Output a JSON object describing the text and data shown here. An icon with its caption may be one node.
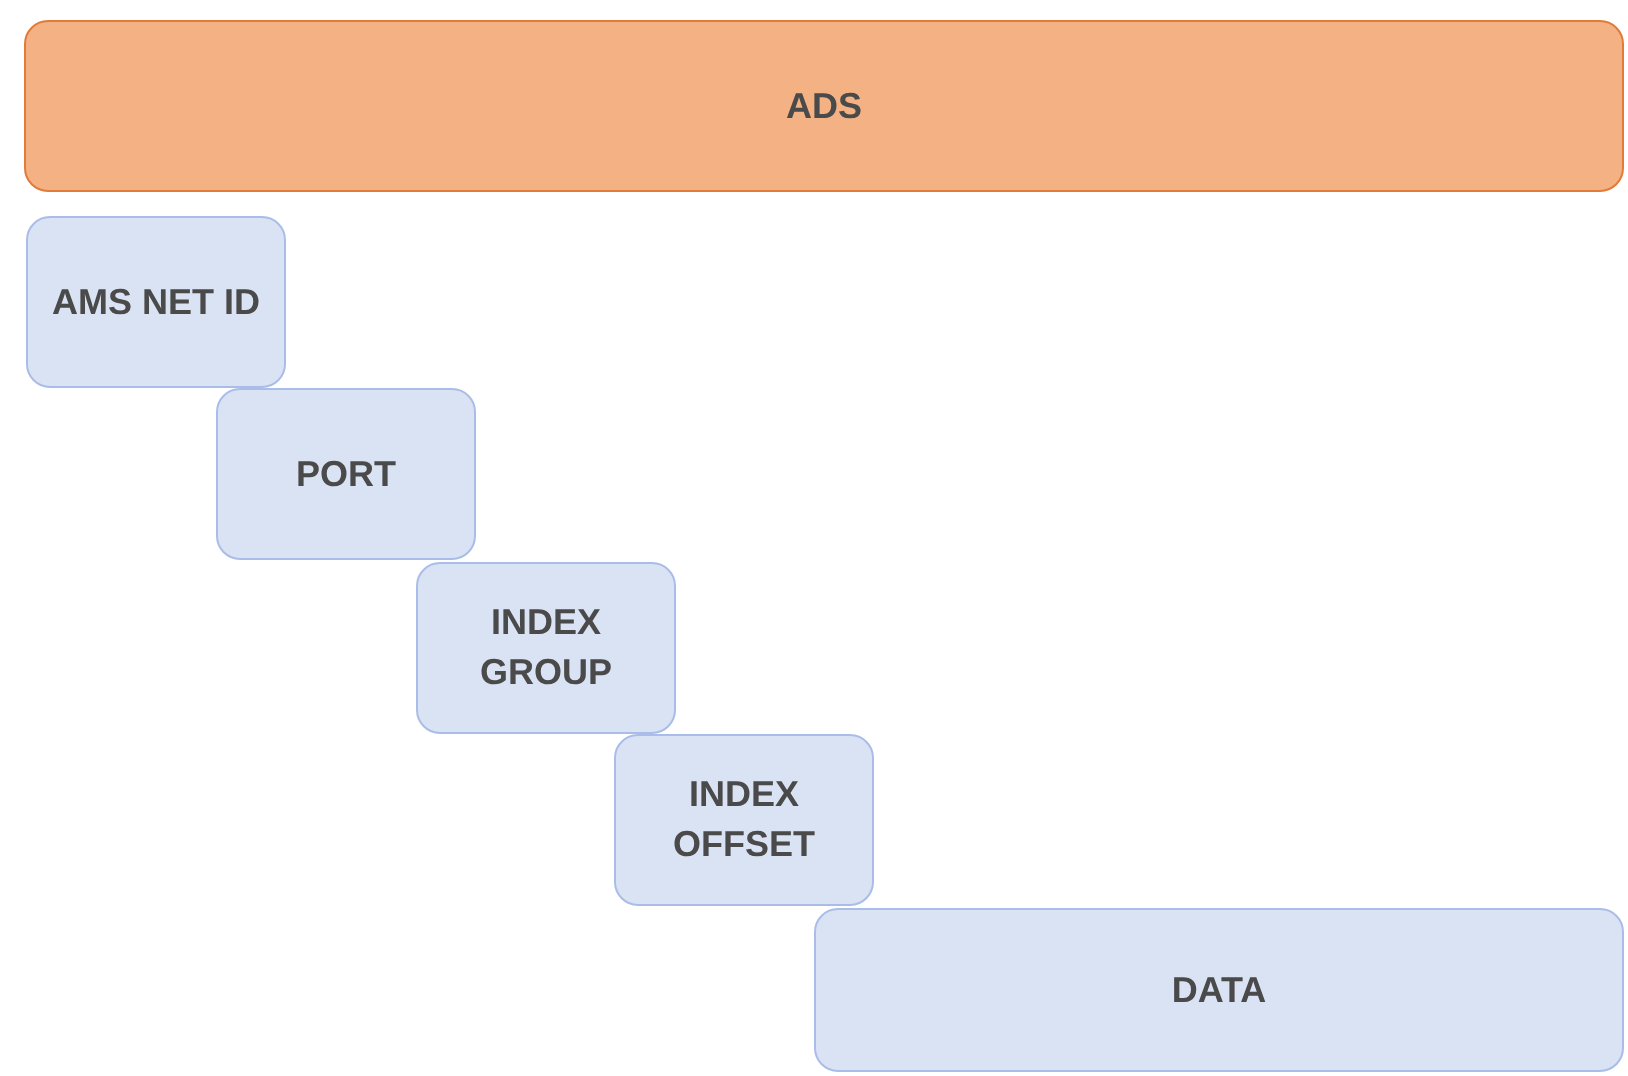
{
  "diagram": {
    "nodes": [
      {
        "text": [
          "ADS"
        ]
      },
      {
        "text": [
          "AMS NET ID"
        ]
      },
      {
        "text": [
          "PORT"
        ]
      },
      {
        "text": [
          "INDEX GROUP"
        ]
      },
      {
        "text": [
          "INDEX OFFSET"
        ]
      },
      {
        "text": [
          "DATA"
        ]
      }
    ]
  }
}
